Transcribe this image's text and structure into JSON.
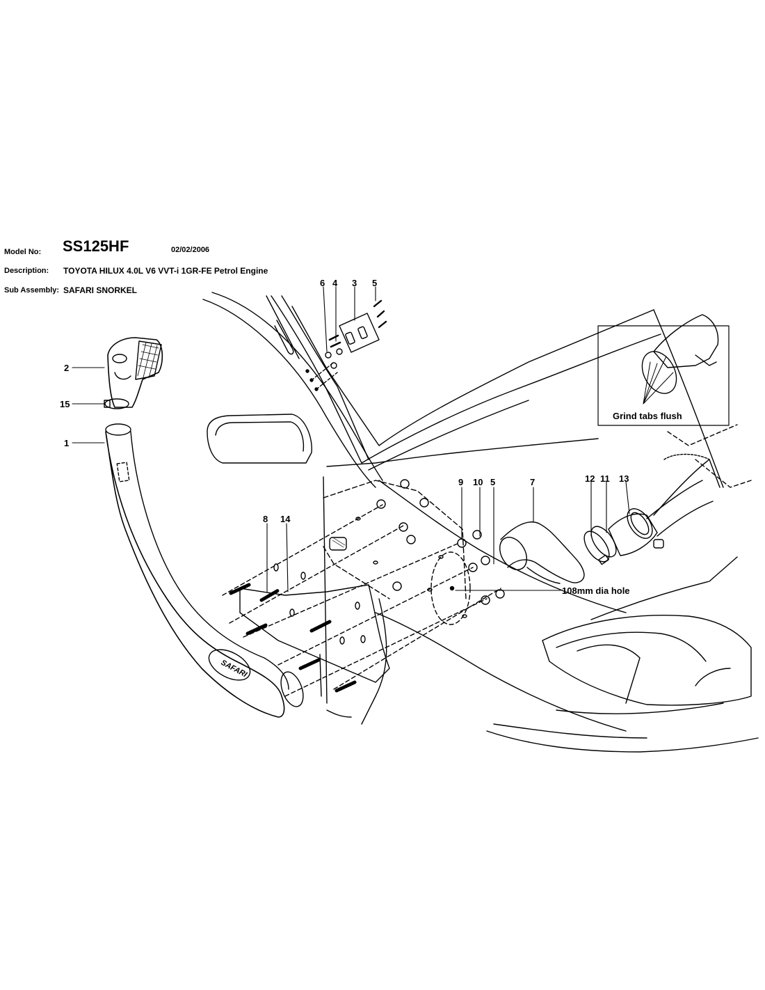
{
  "header": {
    "model_label": "Model No:",
    "model_value": "SS125HF",
    "date": "02/02/2006",
    "description_label": "Description:",
    "description_value": "TOYOTA HILUX 4.0L V6 VVT-i 1GR-FE Petrol Engine",
    "subassembly_label": "Sub Assembly:",
    "subassembly_value": "SAFARI SNORKEL"
  },
  "callouts": {
    "c1": "1",
    "c2": "2",
    "c3": "3",
    "c4": "4",
    "c5a": "5",
    "c6": "6",
    "c7": "7",
    "c8": "8",
    "c9": "9",
    "c10": "10",
    "c5b": "5",
    "c11": "11",
    "c12": "12",
    "c13": "13",
    "c14": "14",
    "c15": "15"
  },
  "annotations": {
    "hole_note": "108mm dia hole",
    "inset_note": "Grind tabs flush"
  },
  "logos": {
    "snorkel_brand": "SAFARI"
  }
}
